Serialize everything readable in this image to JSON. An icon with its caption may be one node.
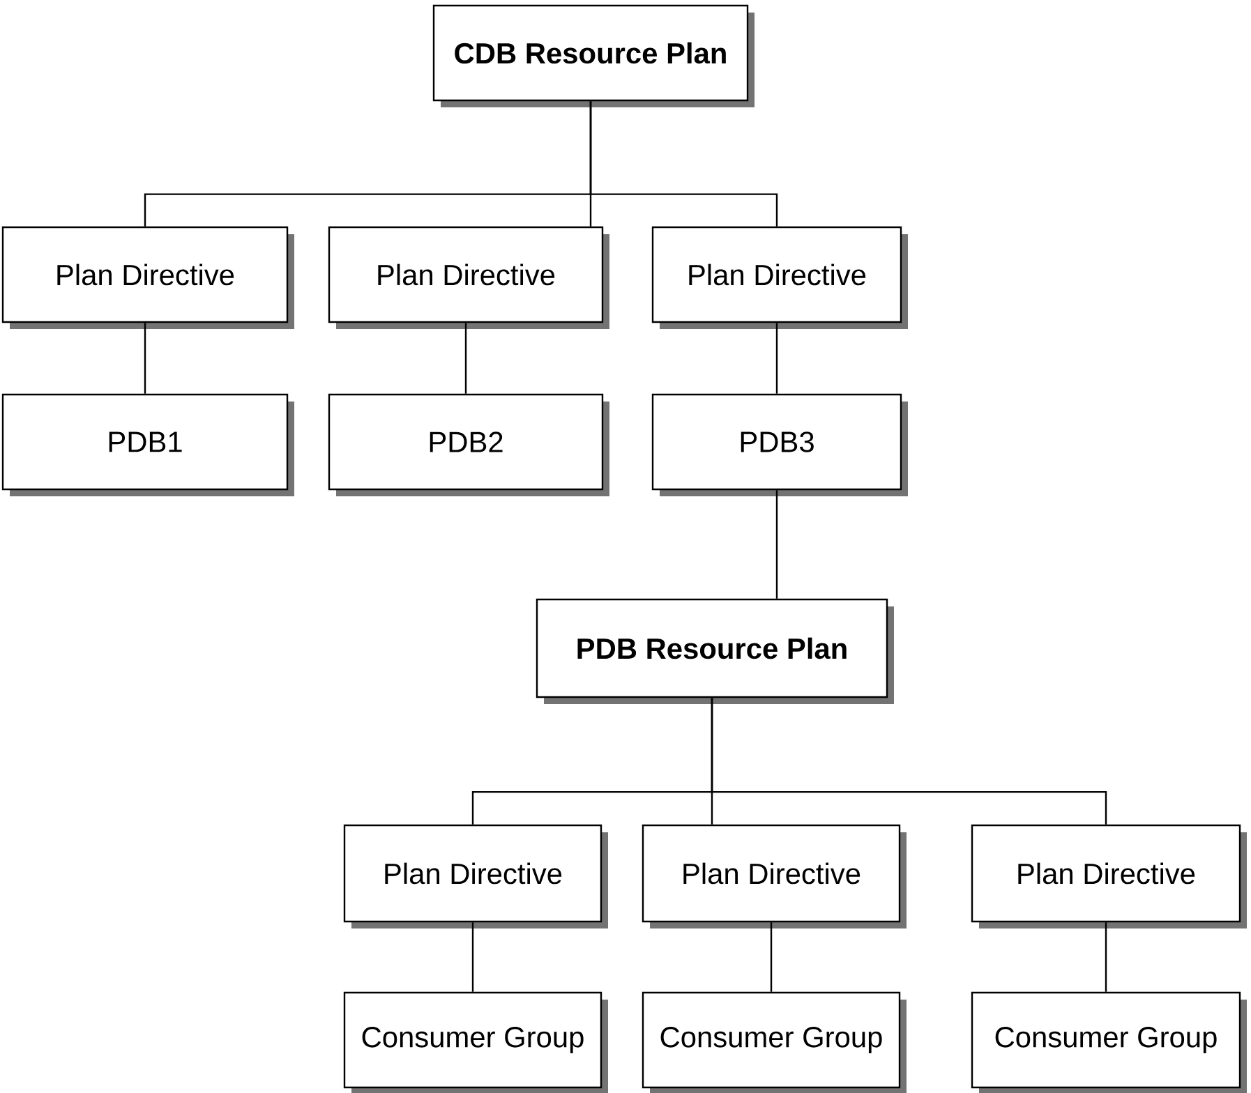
{
  "diagram": {
    "nodes": [
      {
        "text": [
          "CDB Resource Plan"
        ]
      },
      {
        "text": [
          "Plan Directive"
        ]
      },
      {
        "text": [
          "Plan Directive"
        ]
      },
      {
        "text": [
          "Plan Directive"
        ]
      },
      {
        "text": [
          "PDB1"
        ]
      },
      {
        "text": [
          "PDB2"
        ]
      },
      {
        "text": [
          "PDB3"
        ]
      },
      {
        "text": [
          "PDB Resource Plan"
        ]
      },
      {
        "text": [
          "Plan Directive"
        ]
      },
      {
        "text": [
          "Plan Directive"
        ]
      },
      {
        "text": [
          "Plan Directive"
        ]
      },
      {
        "text": [
          "Consumer Group"
        ]
      },
      {
        "text": [
          "Consumer Group"
        ]
      },
      {
        "text": [
          "Consumer Group"
        ]
      }
    ],
    "edges": [
      {
        "from": 0,
        "to": 1,
        "arrow": "none"
      },
      {
        "from": 0,
        "to": 2,
        "arrow": "none"
      },
      {
        "from": 0,
        "to": 3,
        "arrow": "none"
      },
      {
        "from": 1,
        "to": 4,
        "arrow": "none"
      },
      {
        "from": 2,
        "to": 5,
        "arrow": "none"
      },
      {
        "from": 3,
        "to": 6,
        "arrow": "none"
      },
      {
        "from": 6,
        "to": 7,
        "arrow": "none"
      },
      {
        "from": 7,
        "to": 8,
        "arrow": "none"
      },
      {
        "from": 7,
        "to": 9,
        "arrow": "none"
      },
      {
        "from": 7,
        "to": 10,
        "arrow": "none"
      },
      {
        "from": 8,
        "to": 11,
        "arrow": "none"
      },
      {
        "from": 9,
        "to": 12,
        "arrow": "none"
      },
      {
        "from": 10,
        "to": 13,
        "arrow": "none"
      }
    ]
  }
}
